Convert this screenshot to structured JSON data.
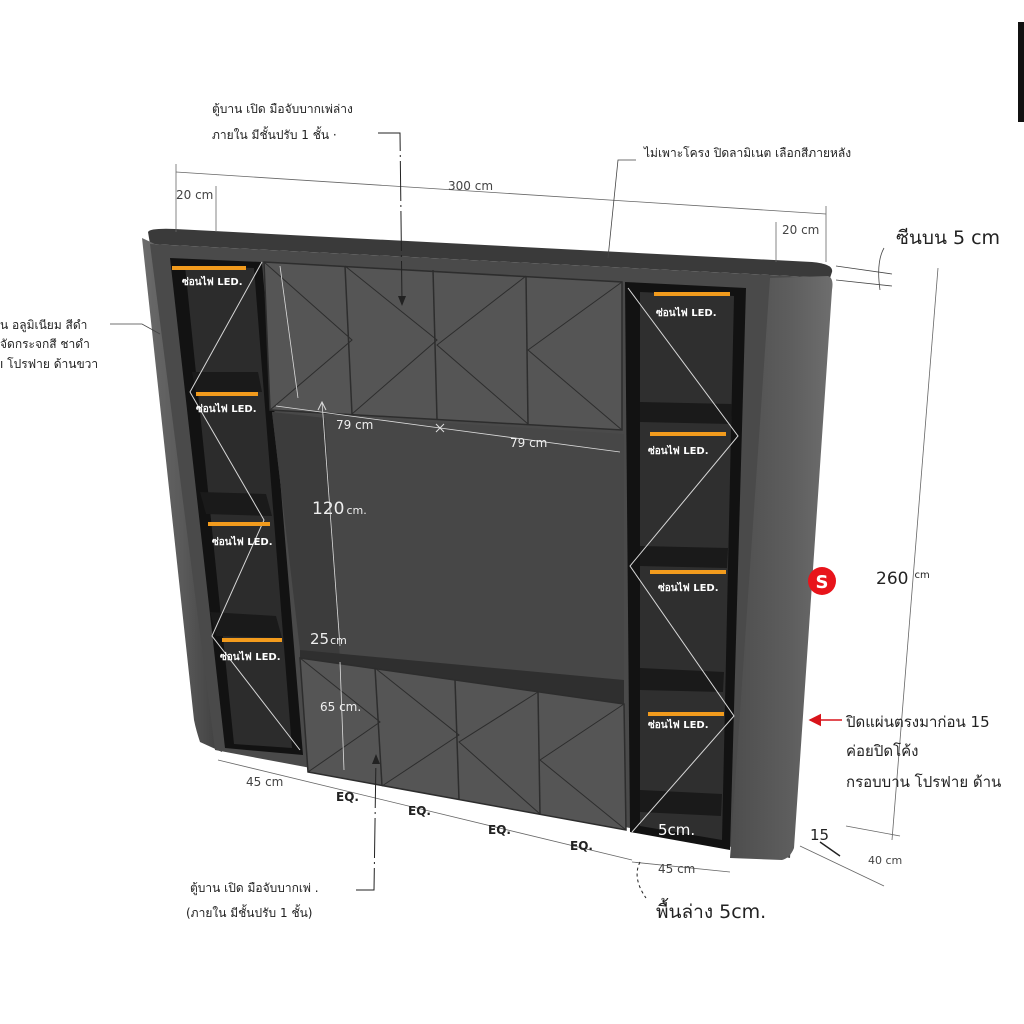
{
  "notes": {
    "top_door_1": "ตู้บาน เปิด มือจับบากเพ่ล่าง",
    "top_door_2": "ภายใน มีชั้นปรับ  1 ชั้น  ·",
    "frame_note": "ไม่เพาะโครง ปิดลามิเนต เลือกสีภายหลัง",
    "top_trim": "ซีนบน 5 cm",
    "left_note_1": "น อลูมิเนียม สีดำ",
    "left_note_2": "จัดกระจกสี ชาดำ",
    "left_note_3": "ı โปรฟาย ด้านขวา",
    "right_note_1": "ปิดแผ่นตรงมาก่อน 15",
    "right_note_2": "ค่อยปิดโค้ง",
    "right_note_3": "กรอบบาน โปรฟาย ด้าน",
    "bottom_door_1": "ตู้บาน เปิด มือจับบากเพ่ .",
    "bottom_door_2": "(ภายใน มีชั้นปรับ  1 ชั้น)",
    "plinth": "พื้นล่าง 5cm.",
    "marker": "S"
  },
  "dimensions": {
    "width_total": "300 cm",
    "left_depth": "20 cm",
    "right_depth": "20 cm",
    "upper_left": "79 cm",
    "upper_right": "79 cm",
    "tv_height_num": "120",
    "tv_height_unit": "cm.",
    "shelf_num": "25",
    "shelf_unit": "cm",
    "lower_height": "65 cm.",
    "height_total_num": "260",
    "height_total_unit": "cm",
    "left_column": "45 cm",
    "right_column": "45 cm",
    "depth_bottom": "40 cm",
    "curve": "15",
    "kick": "5cm.",
    "eq": "EQ."
  },
  "led_label": "ซ่อนไฟ LED.",
  "colors": {
    "cabinet_dark": "#4a4a4a",
    "panel": "#5a5a5a",
    "niche": "#1a1a1a",
    "led": "#f29b1d",
    "marker": "#e8141b",
    "arrow": "#d9141b"
  }
}
